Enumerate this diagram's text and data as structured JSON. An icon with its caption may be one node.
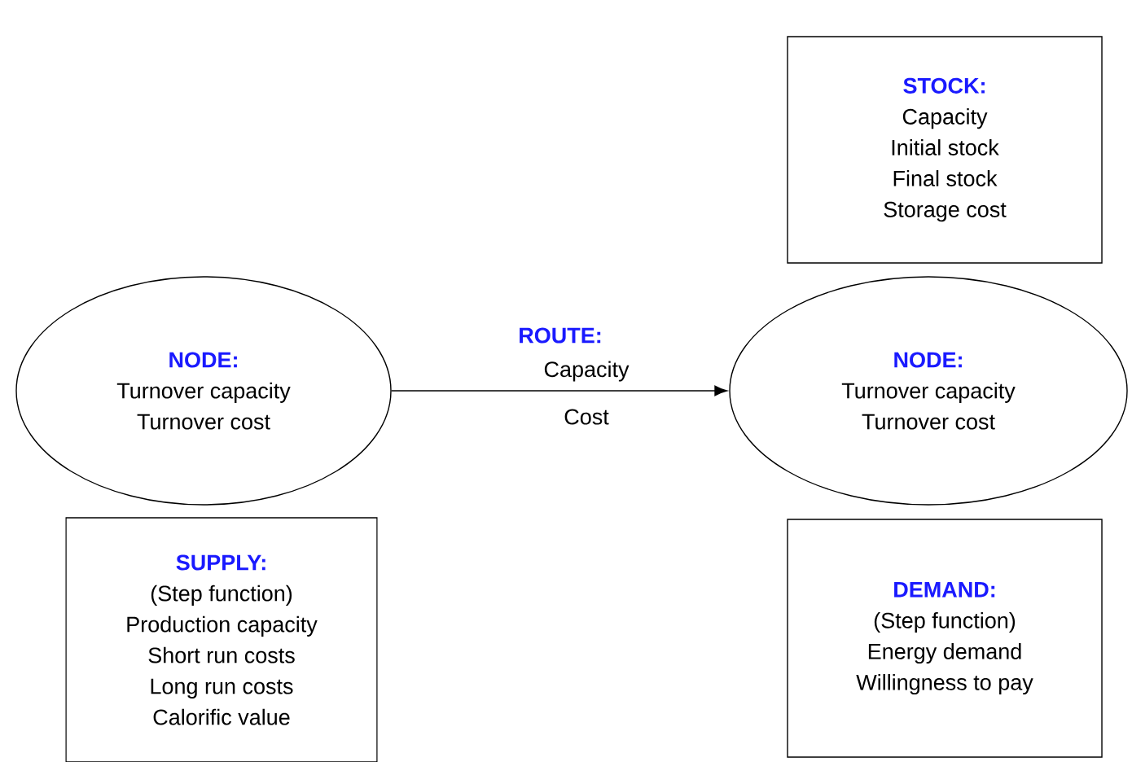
{
  "diagram": {
    "nodes": [
      {
        "text": [
          "STOCK:",
          "Capacity",
          "Initial stock",
          "Final stock",
          "Storage cost"
        ]
      },
      {
        "text": [
          "NODE:",
          "Turnover capacity",
          "Turnover cost"
        ]
      },
      {
        "text": [
          "NODE:",
          "Turnover capacity",
          "Turnover cost"
        ]
      },
      {
        "text": [
          "SUPPLY:",
          "(Step function)",
          "Production capacity",
          "Short run costs",
          "Long run costs",
          "Calorific value"
        ]
      },
      {
        "text": [
          "DEMAND:",
          "(Step function)",
          "Energy demand",
          "Willingness to pay"
        ]
      }
    ],
    "edges": [
      {
        "from": 1,
        "to": 2,
        "arrow": "to",
        "label": "ROUTE:"
      }
    ],
    "labels": [
      "Capacity",
      "Cost"
    ]
  }
}
